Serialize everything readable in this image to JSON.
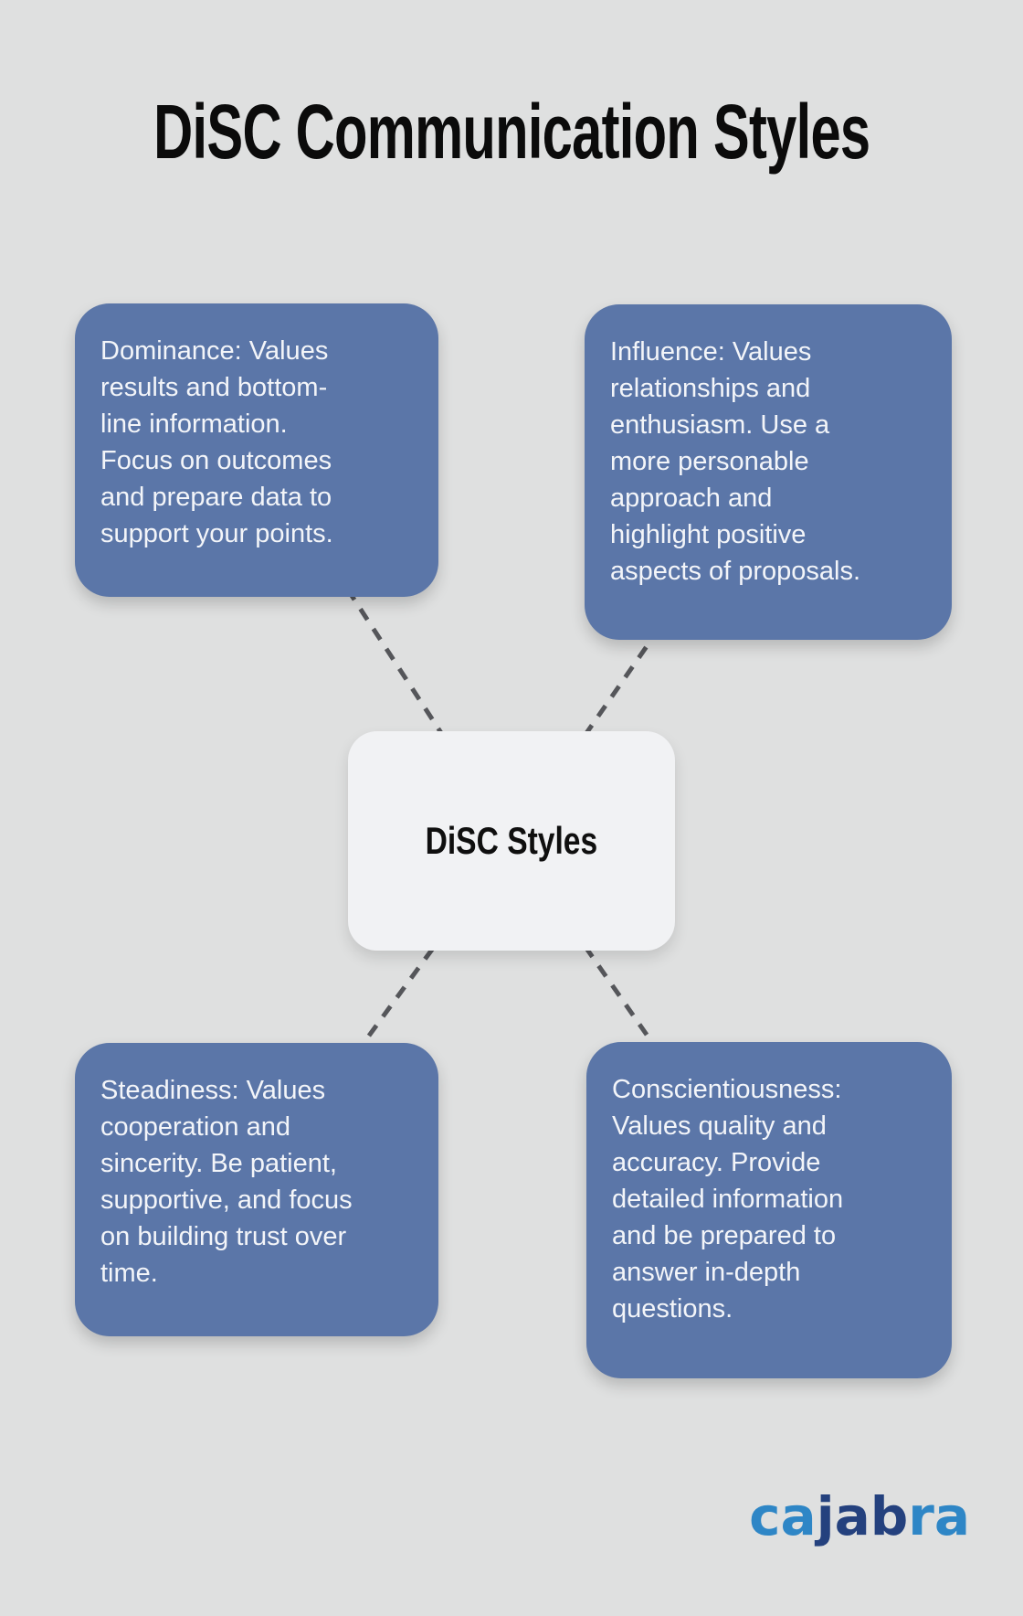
{
  "page": {
    "title": "DiSC Communication Styles",
    "background_color": "#dfe0e0"
  },
  "center_node": {
    "label": "DiSC Styles",
    "background_color": "#f1f2f4",
    "text_color": "#0f0f0f"
  },
  "nodes": [
    {
      "id": "dominance",
      "text": "Dominance: Values\nresults and bottom-\nline information.\nFocus on outcomes\nand prepare data to\nsupport your points."
    },
    {
      "id": "influence",
      "text": "Influence: Values\nrelationships and\nenthusiasm. Use a\nmore personable\napproach and\nhighlight positive\naspects of proposals."
    },
    {
      "id": "steadiness",
      "text": "Steadiness: Values\ncooperation and\nsincerity. Be patient,\nsupportive, and focus\non building trust over\ntime."
    },
    {
      "id": "conscientiousness",
      "text": "Conscientiousness:\nValues quality and\naccuracy. Provide\ndetailed information\nand be prepared to\nanswer in-depth\nquestions."
    }
  ],
  "styles": {
    "node_color": "#5b76a8",
    "node_text_color": "#f3f5f9",
    "connector_color": "#55565a"
  },
  "logo": {
    "word": "cajabra",
    "light_blue": "#2e86c6",
    "dark_blue": "#24417e",
    "letters": [
      {
        "char": "c",
        "color": "#2e86c6"
      },
      {
        "char": "a",
        "color": "#2e86c6"
      },
      {
        "char": "j",
        "color": "#24417e"
      },
      {
        "char": "a",
        "color": "#24417e"
      },
      {
        "char": "b",
        "color": "#24417e"
      },
      {
        "char": "r",
        "color": "#2e86c6"
      },
      {
        "char": "a",
        "color": "#2e86c6"
      }
    ]
  }
}
